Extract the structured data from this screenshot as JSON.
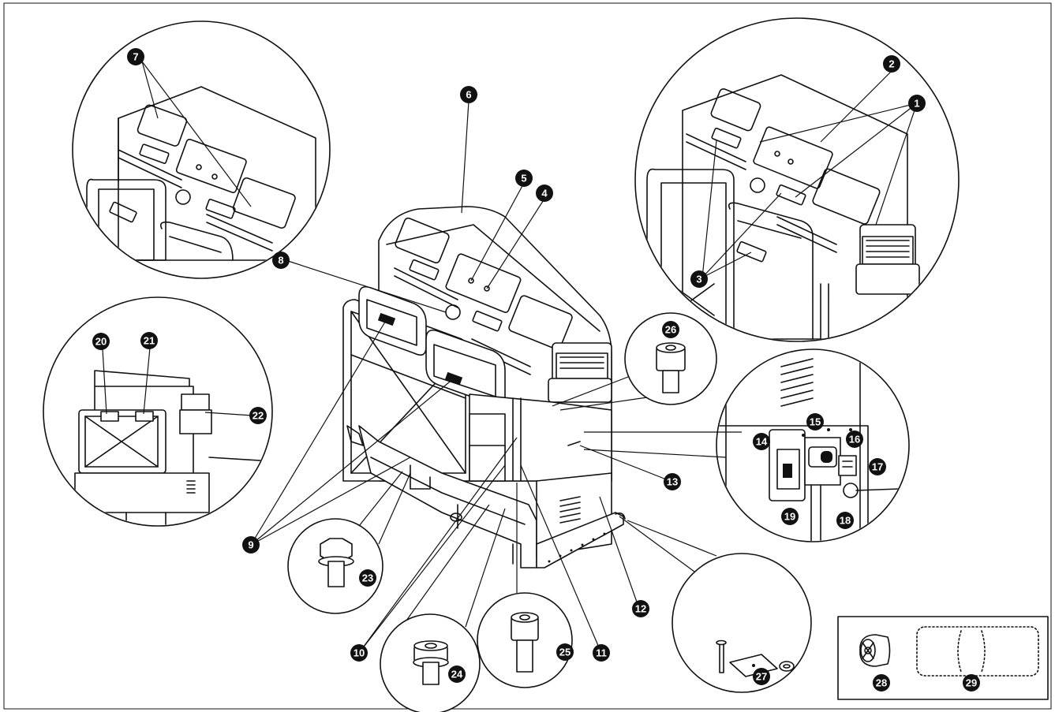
{
  "callouts": [
    {
      "id": "c1",
      "label": "1"
    },
    {
      "id": "c2",
      "label": "2"
    },
    {
      "id": "c3",
      "label": "3"
    },
    {
      "id": "c4",
      "label": "4"
    },
    {
      "id": "c5",
      "label": "5"
    },
    {
      "id": "c6",
      "label": "6"
    },
    {
      "id": "c7",
      "label": "7"
    },
    {
      "id": "c8",
      "label": "8"
    },
    {
      "id": "c9",
      "label": "9"
    },
    {
      "id": "c10",
      "label": "10"
    },
    {
      "id": "c11",
      "label": "11"
    },
    {
      "id": "c12",
      "label": "12"
    },
    {
      "id": "c13",
      "label": "13"
    },
    {
      "id": "c14",
      "label": "14"
    },
    {
      "id": "c15",
      "label": "15"
    },
    {
      "id": "c16",
      "label": "16"
    },
    {
      "id": "c17",
      "label": "17"
    },
    {
      "id": "c18",
      "label": "18"
    },
    {
      "id": "c19",
      "label": "19"
    },
    {
      "id": "c20",
      "label": "20"
    },
    {
      "id": "c21",
      "label": "21"
    },
    {
      "id": "c22",
      "label": "22"
    },
    {
      "id": "c23",
      "label": "23"
    },
    {
      "id": "c24",
      "label": "24"
    },
    {
      "id": "c25",
      "label": "25"
    },
    {
      "id": "c26",
      "label": "26"
    },
    {
      "id": "c27",
      "label": "27"
    },
    {
      "id": "c28",
      "label": "28"
    },
    {
      "id": "c29",
      "label": "29"
    }
  ],
  "colors": {
    "line": "#111111",
    "background": "#ffffff",
    "callout_fill": "#111111",
    "callout_text": "#ffffff"
  }
}
